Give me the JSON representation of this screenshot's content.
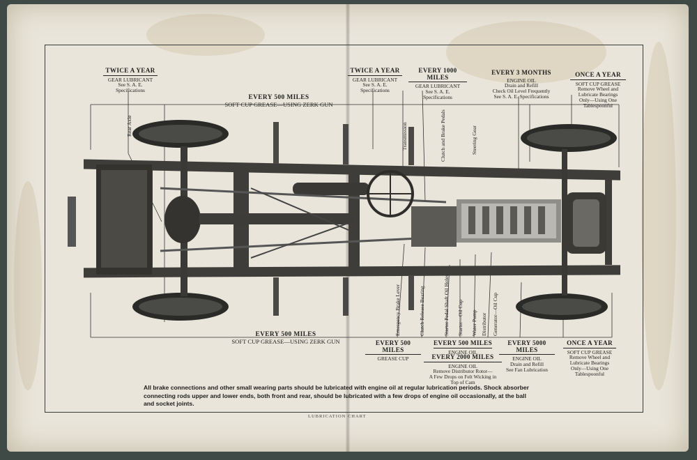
{
  "labels": {
    "twice_year_left": {
      "heading": "TWICE A YEAR",
      "lines": [
        "GEAR LUBRICANT",
        "See S. A. E.",
        "Specifications"
      ]
    },
    "twice_year_right": {
      "heading": "TWICE A YEAR",
      "lines": [
        "GEAR LUBRICANT",
        "See S. A. E.",
        "Specifications"
      ]
    },
    "every_1000": {
      "heading": "EVERY 1000 MILES",
      "lines": [
        "GEAR LUBRICANT",
        "See S. A. E.",
        "Specifications"
      ]
    },
    "every_3_months": {
      "heading": "EVERY 3 MONTHS",
      "lines": [
        "ENGINE OIL",
        "Drain and Refill",
        "Check Oil Level Frequently",
        "See S. A. E. Specifications"
      ]
    },
    "once_year_top": {
      "heading": "ONCE A YEAR",
      "lines": [
        "SOFT CUP GREASE",
        "Remove Wheel and",
        "Lubricate Bearings",
        "Only—Using One",
        "Tablespoonful"
      ]
    },
    "once_year_bottom": {
      "heading": "ONCE A YEAR",
      "lines": [
        "SOFT CUP GREASE",
        "Remove Wheel and",
        "Lubricate Bearings",
        "Only—Using One",
        "Tablespoonful"
      ]
    },
    "every_500_grease_cup": {
      "heading": "EVERY 500 MILES",
      "lines": [
        "GREASE CUP"
      ]
    },
    "every_500_engine": {
      "heading": "EVERY 500 MILES",
      "lines": [
        "ENGINE OIL"
      ]
    },
    "every_2000": {
      "heading": "EVERY 2000 MILES",
      "lines": [
        "ENGINE OIL",
        "Remove Distributor Rotor—",
        "A Few Drops on Felt Wicking in",
        "Top of Cam"
      ]
    },
    "every_5000": {
      "heading": "EVERY 5000 MILES",
      "lines": [
        "ENGINE OIL",
        "Drain and Refill",
        "See Fan Lubrication"
      ]
    }
  },
  "top_bar": {
    "heading": "EVERY 500 MILES",
    "sub": "SOFT CUP GREASE—USING ZERK GUN"
  },
  "bottom_bar": {
    "heading": "EVERY 500 MILES",
    "sub": "SOFT CUP GREASE—USING ZERK GUN"
  },
  "top_parts": [
    "Rear Axle",
    "Transmission",
    "Clutch and Brake Pedals",
    "Steering Gear"
  ],
  "bottom_parts": [
    "Emergency Brake Lever",
    "Clutch Release Bearing",
    "Starter Pedal Shaft Oil Holes",
    "Starter—Oil Cup",
    "Water Pump",
    "Distributor",
    "Generator—Oil Cup"
  ],
  "note": "All brake connections and other small wearing parts should be lubricated with engine oil at regular lubrication periods. Shock absorber connecting rods upper and lower ends, both front and rear, should be lubricated with a few drops of engine oil occasionally, at the ball and socket joints.",
  "footer": "LUBRICATION CHART"
}
